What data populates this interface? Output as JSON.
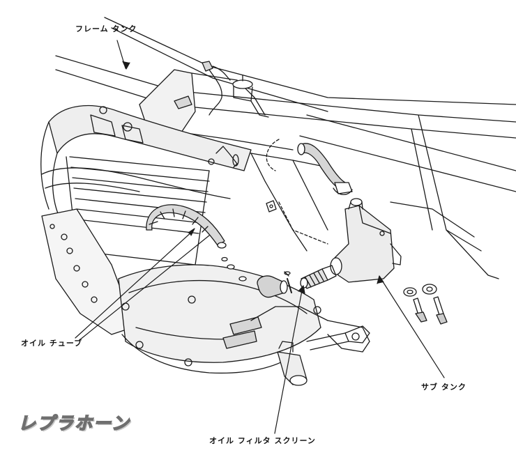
{
  "labels": {
    "frame_tank": "フレーム タンク",
    "oil_tube": "オイル チューブ",
    "sub_tank": "サブ タンク",
    "oil_filter_screen": "オイル フィルタ スクリーン"
  },
  "watermark": "レプラホーン",
  "colors": {
    "line": "#1a1a1a",
    "fill_light": "#e6e6e6",
    "fill_mid": "#cfcfcf",
    "watermark_outline": "#6f6f6f"
  }
}
